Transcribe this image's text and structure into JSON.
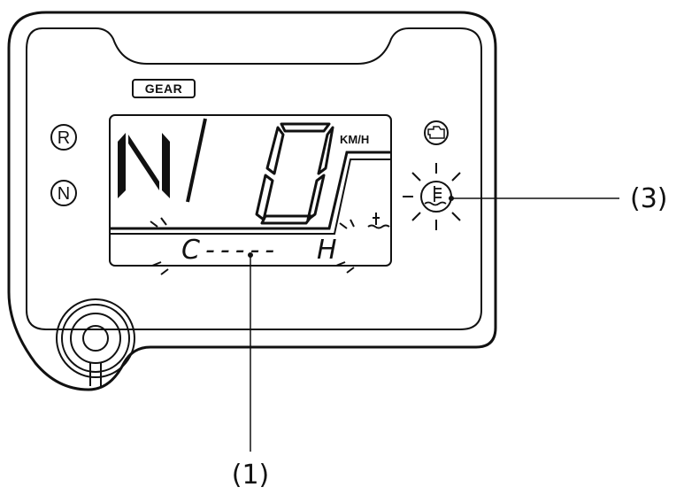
{
  "panel": {
    "gear_label": "GEAR",
    "reverse_indicator": "R",
    "neutral_indicator": "N",
    "speed_unit": "KM/H",
    "gear_display": "N",
    "speed_display": "0",
    "temp_gauge": {
      "cold_label": "C",
      "hot_label": "H",
      "segments": "-----"
    },
    "icons": [
      "engine-check-icon",
      "coolant-temp-icon",
      "coolant-level-icon",
      "ignition-key-icon"
    ]
  },
  "callouts": {
    "one": "(1)",
    "three": "(3)"
  }
}
